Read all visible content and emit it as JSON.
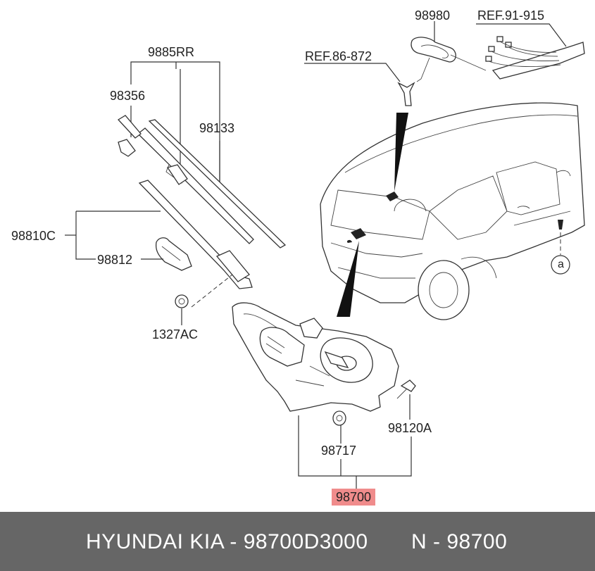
{
  "labels": {
    "ref_86_872": "REF.86-872",
    "p98980": "98980",
    "ref_91_915": "REF.91-915",
    "p9885RR": "9885RR",
    "p98356": "98356",
    "p98133": "98133",
    "p98810C": "98810C",
    "p98812": "98812",
    "p1327AC": "1327AC",
    "p98717": "98717",
    "p98120A": "98120A",
    "p98700": "98700",
    "circle_a": "a"
  },
  "footer": {
    "brand": "HYUNDAI  KIA - 98700D3000",
    "number": "N - 98700"
  },
  "colors": {
    "highlight": "#f08c8c",
    "footer_bg": "#666666"
  }
}
